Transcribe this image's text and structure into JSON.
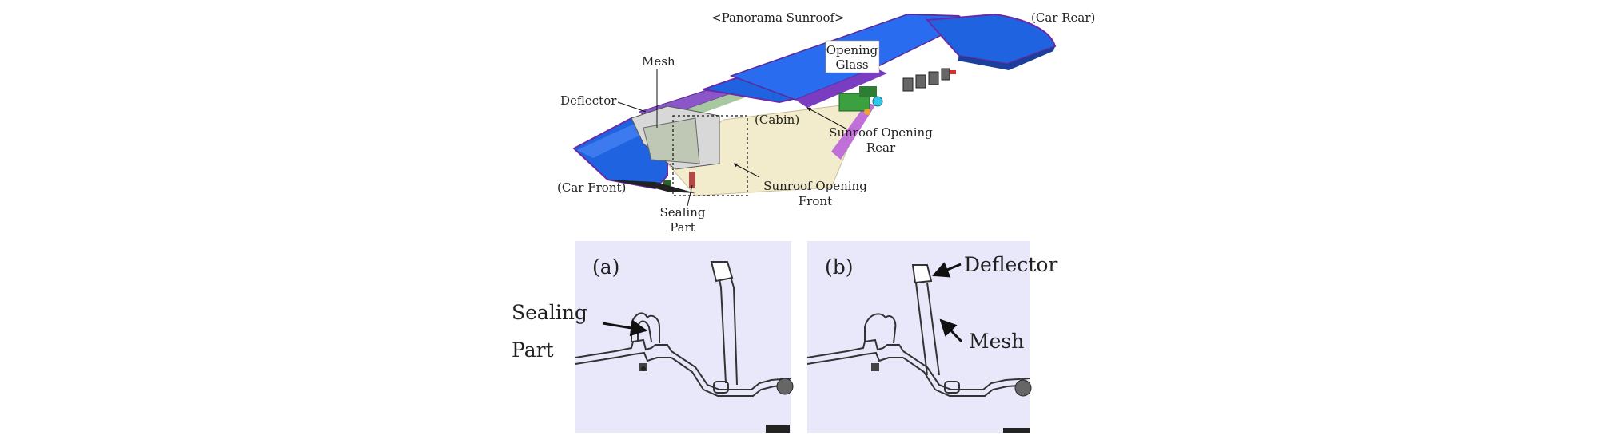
{
  "top": {
    "title": "<Panorama Sunroof>",
    "car_rear": "(Car Rear)",
    "car_front": "(Car Front)",
    "cabin": "(Cabin)",
    "mesh": "Mesh",
    "deflector": "Deflector",
    "opening_glass": [
      "Opening",
      "Glass"
    ],
    "sunroof_opening_rear": [
      "Sunroof Opening",
      "Rear"
    ],
    "sunroof_opening_front": [
      "Sunroof Opening",
      "Front"
    ],
    "sealing_part": [
      "Sealing",
      "Part"
    ]
  },
  "panel_a": {
    "tag": "(a)",
    "sealing_part": [
      "Sealing",
      "Part"
    ]
  },
  "panel_b": {
    "tag": "(b)",
    "deflector": "Deflector",
    "mesh": "Mesh"
  },
  "colors": {
    "roof_blue": "#1f63e0",
    "roof_edge": "#6a2aa8",
    "cabin_fill": "#f2eccc",
    "panel_bg": "#e8e8fa",
    "line": "#333333"
  }
}
